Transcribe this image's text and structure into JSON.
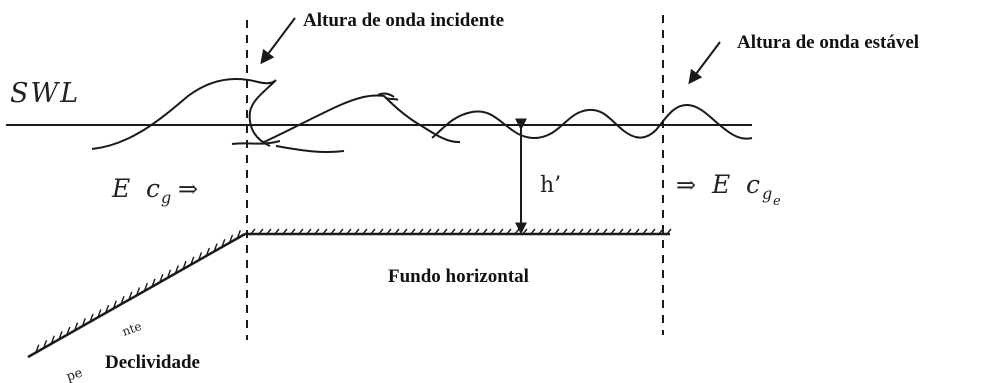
{
  "labels": {
    "incident_height": "Altura de onda incidente",
    "stable_height": "Altura de onda estável",
    "swl": "SWL",
    "flux_in_E": "E",
    "flux_in_c": "c",
    "flux_in_sub": "g",
    "flux_in_arrow": "⇒",
    "flux_out_arrow": "⇒",
    "flux_out_E": "E",
    "flux_out_c": "c",
    "flux_out_sub": "g",
    "flux_out_subsub": "e",
    "depth": "h’",
    "bottom": "Fundo horizontal",
    "slope": "Declividade",
    "slope_faint": "pe",
    "slope_faint2": "nte"
  },
  "colors": {
    "ink": "#1a1a1a",
    "paper": "#ffffff"
  }
}
